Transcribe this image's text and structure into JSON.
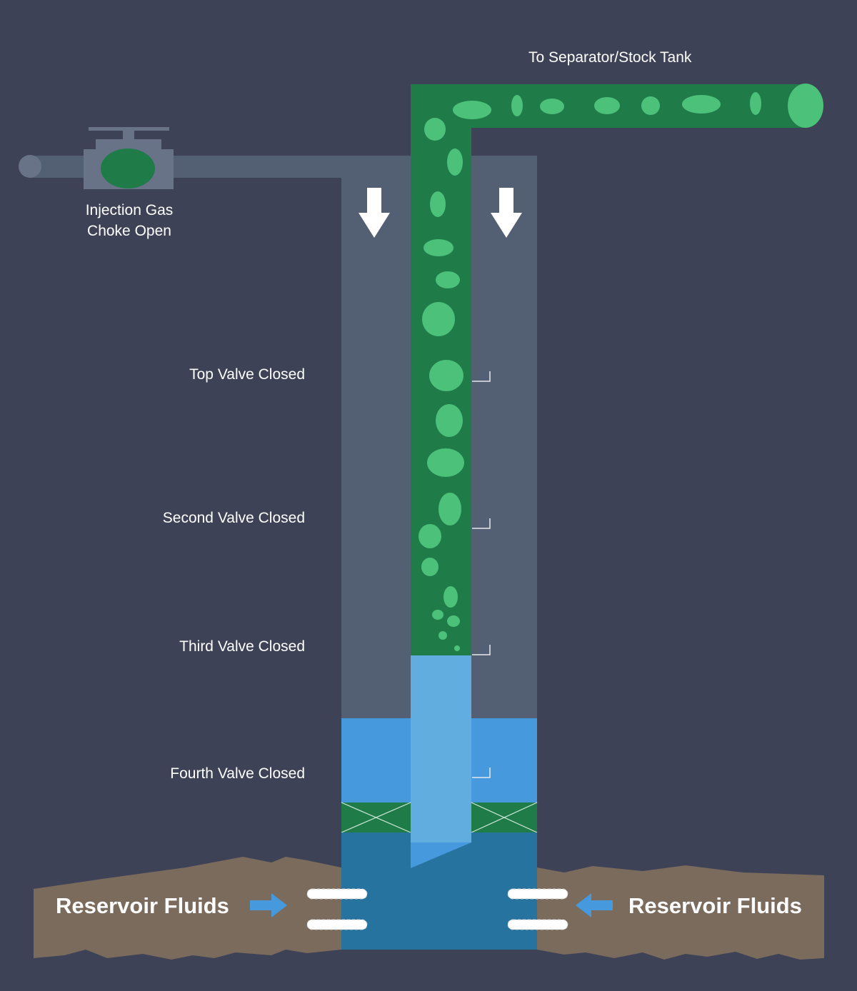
{
  "labels": {
    "separator": "To Separator/Stock Tank",
    "choke_line1": "Injection Gas",
    "choke_line2": "Choke Open",
    "valve_top": "Top Valve Closed",
    "valve_second": "Second Valve Closed",
    "valve_third": "Third Valve Closed",
    "valve_fourth": "Fourth Valve Closed",
    "reservoir_left": "Reservoir Fluids",
    "reservoir_right": "Reservoir Fluids"
  },
  "colors": {
    "background": "#3d4256",
    "casing_gas": "#535f73",
    "tubing_green": "#1f7c49",
    "bubble_green": "#4cc17a",
    "wellbore_fluid": "#4599dc",
    "tubing_liquid": "#62ade0",
    "deep_fluid": "#2673a0",
    "packer_green": "#1f7c49",
    "rock": "#7b6b5d",
    "flow_arrow": "#4599dc",
    "down_arrow": "#ffffff",
    "choke_body": "#697388"
  },
  "icons": {
    "choke": "choke-valve-icon",
    "gas_flow": "down-arrow-icon",
    "reservoir_inflow": "right-arrow-icon"
  }
}
